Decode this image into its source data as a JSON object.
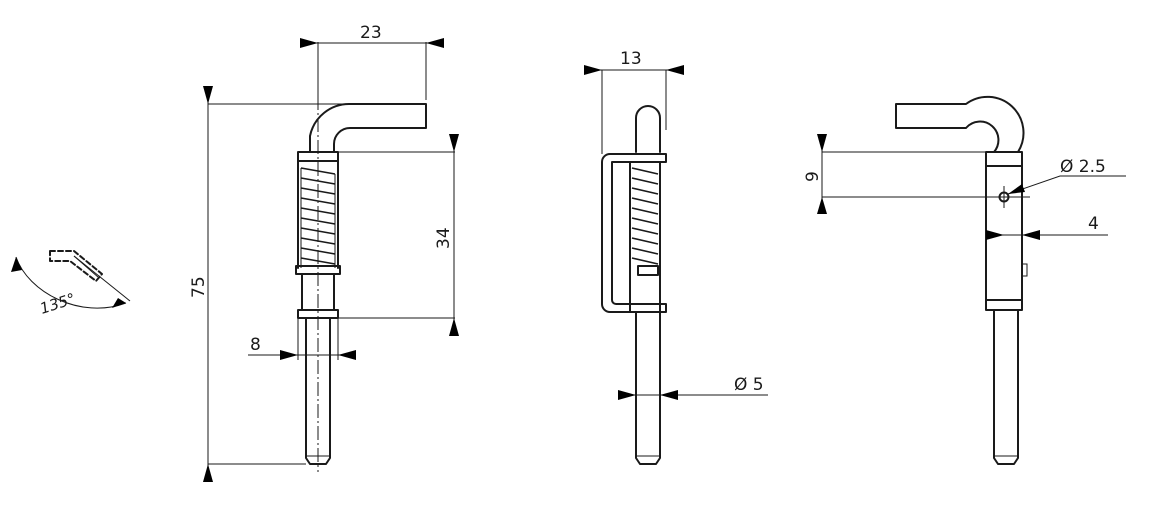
{
  "dimensions": {
    "width_top": "23",
    "height_total": "75",
    "spring_length": "34",
    "housing_width": "8",
    "side_width": "13",
    "pin_diameter": "Ø 5",
    "hole_offset": "9",
    "hole_diameter": "Ø 2.5",
    "shank_width": "4",
    "angle": "135°"
  }
}
